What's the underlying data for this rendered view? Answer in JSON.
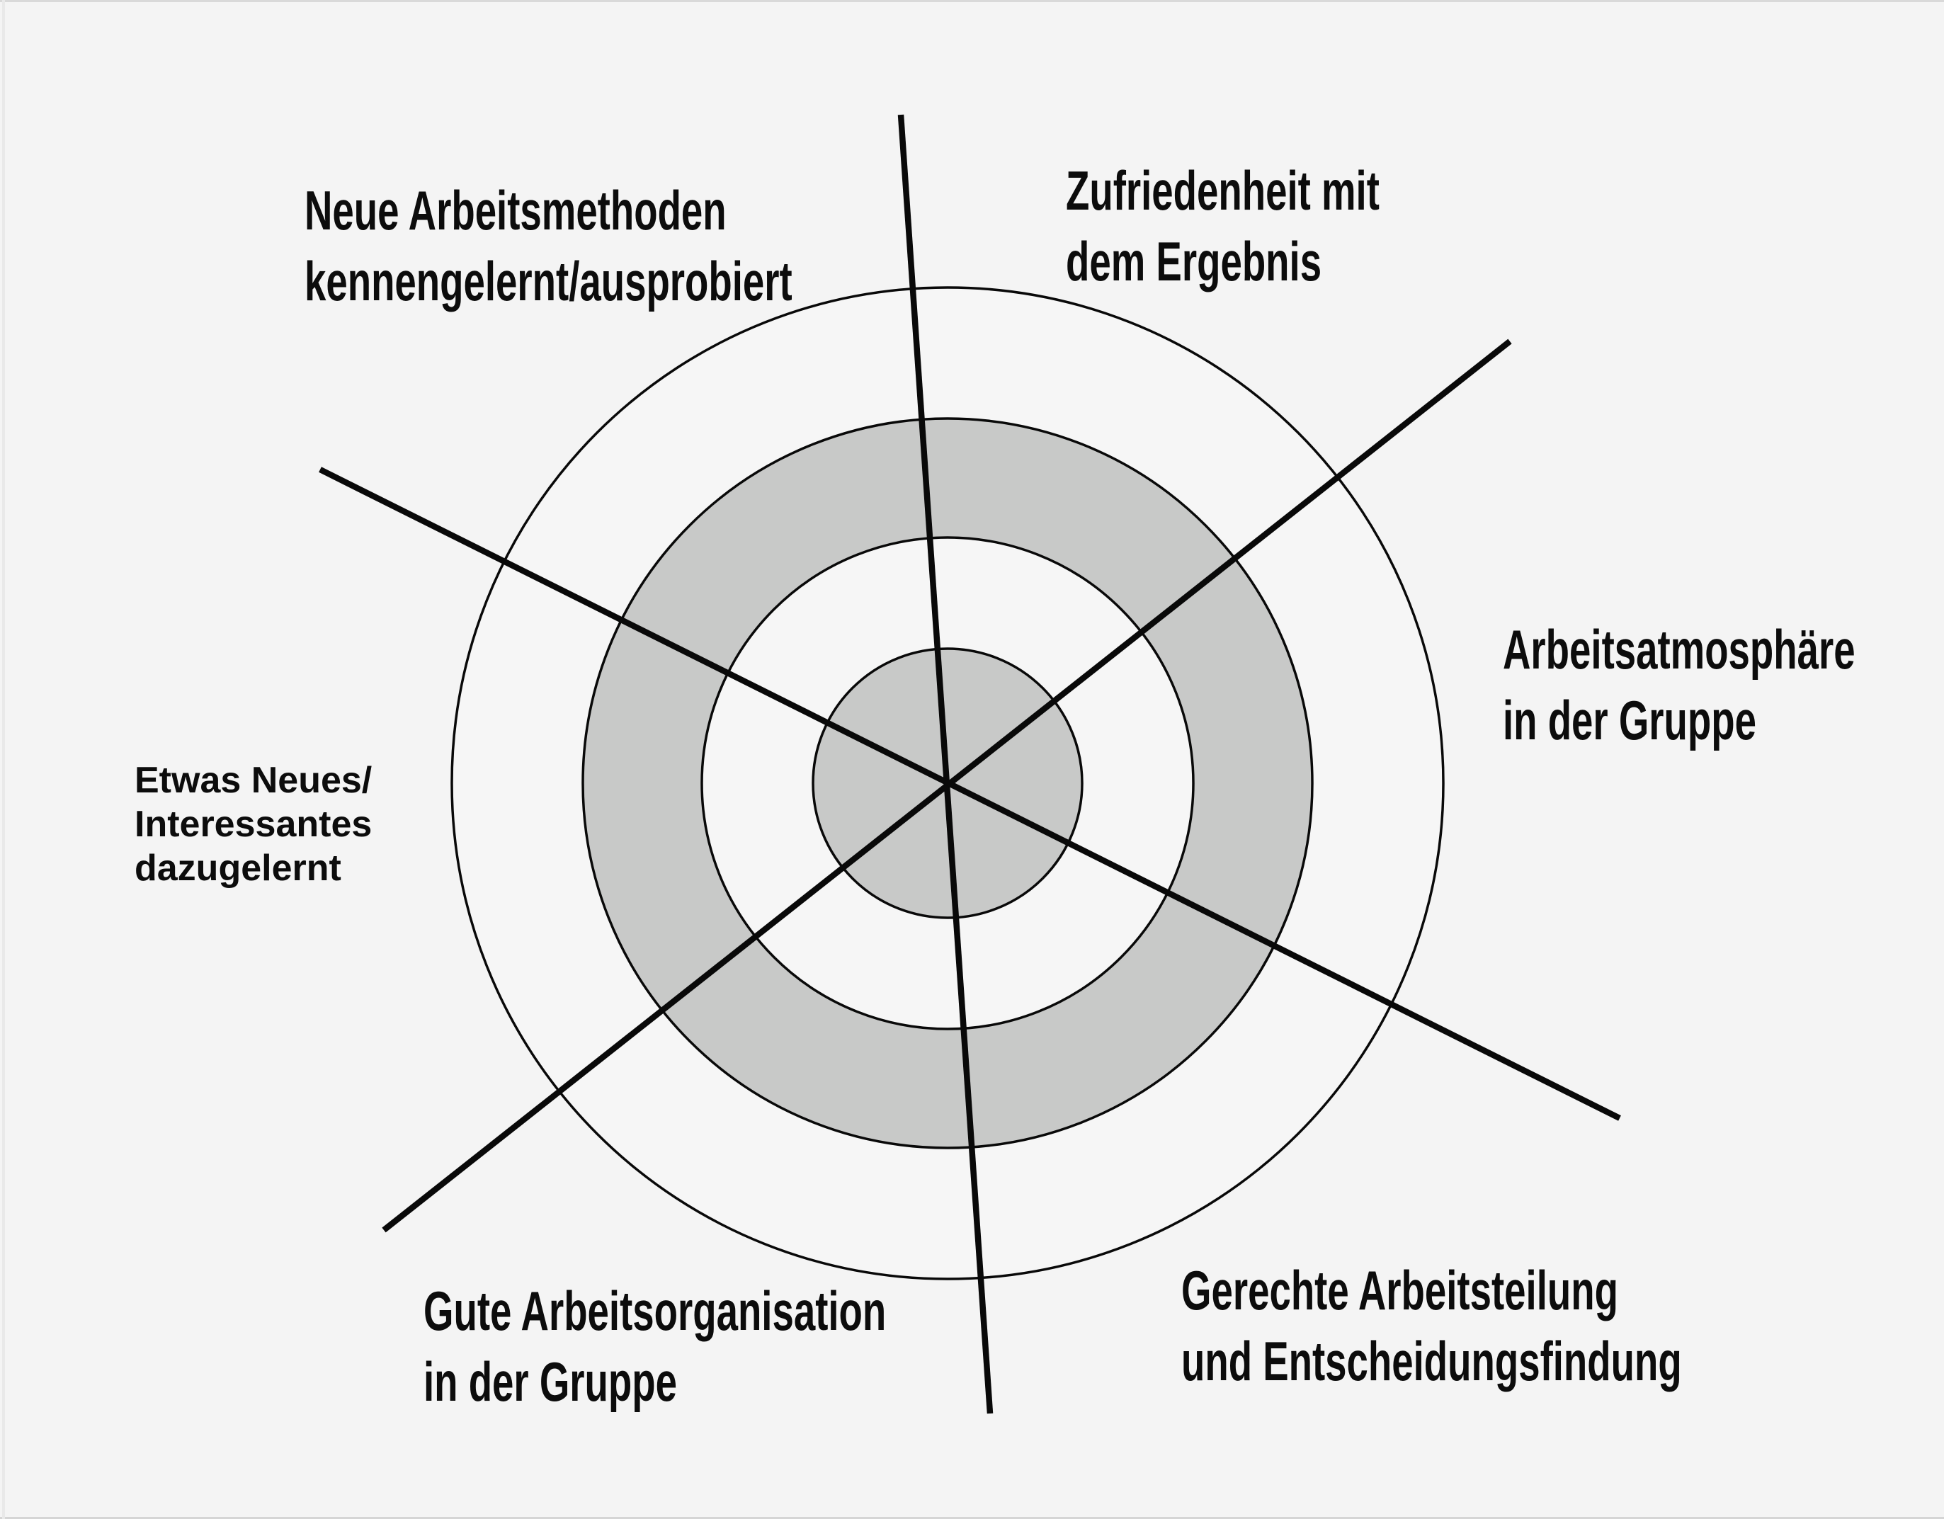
{
  "page": {
    "background_color": "#f4f4f4",
    "edge_line_color": "#d9d9d9"
  },
  "diagram": {
    "kind": "target-feedback-diagram",
    "rings_count": 4,
    "axes_count": 6,
    "colors": {
      "bullseye_fill": "#c8c9c8",
      "ring2_fill": "#f6f6f6",
      "ring3_fill": "#c8c9c8",
      "ring4_fill": "#f6f6f6",
      "stroke": "#090909"
    }
  },
  "labels": {
    "top_left": "Neue Arbeitsmethoden\nkennengelernt/ausprobiert",
    "top_right": "Zufriedenheit mit\ndem Ergebnis",
    "right": "Arbeitsatmosphäre\nin der Gruppe",
    "bottom_right": "Gerechte Arbeitsteilung\nund Entscheidungsfindung",
    "bottom_left": "Gute Arbeitsorganisation\nin der Gruppe",
    "left": "Etwas Neues/\nInteressantes\ndazugelernt"
  }
}
